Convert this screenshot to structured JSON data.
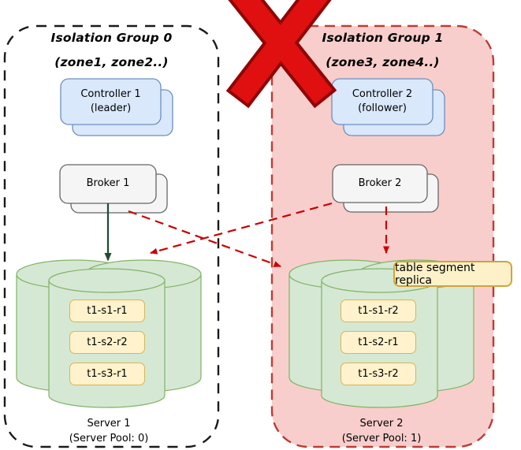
{
  "icons": {
    "crossed_out": "x-mark-icon"
  },
  "colors": {
    "group0_border": "#1a1a1a",
    "group1_fill": "#f8cecc",
    "group1_border": "#bd3d36",
    "controller_fill": "#dae8fc",
    "controller_border": "#6c8ebf",
    "broker_fill": "#f5f5f5",
    "broker_border": "#666666",
    "server_fill": "#d5e8d4",
    "server_border": "#82b366",
    "segment_fill": "#fff2cc",
    "segment_border": "#d6b656",
    "callout_fill": "#fcf1c9",
    "callout_border": "#d1a33c",
    "query_arrow_solid": "#1b4d2e",
    "query_arrow_dashed": "#cc0000",
    "x_mark": "#e01010"
  },
  "callout": {
    "label": "table segment replica"
  },
  "groups": [
    {
      "title": "Isolation Group 0",
      "subtitle": "(zone1, zone2..)",
      "controller": {
        "line1": "Controller 1",
        "line2": "(leader)"
      },
      "broker": {
        "label": "Broker 1"
      },
      "server": {
        "name": "Server 1",
        "pool": "(Server Pool: 0)",
        "segments": [
          "t1-s1-r1",
          "t1-s2-r2",
          "t1-s3-r1"
        ]
      }
    },
    {
      "title": "Isolation Group 1",
      "subtitle": "(zone3, zone4..)",
      "controller": {
        "line1": "Controller 2",
        "line2": "(follower)"
      },
      "broker": {
        "label": "Broker 2"
      },
      "server": {
        "name": "Server 2",
        "pool": "(Server Pool: 1)",
        "segments": [
          "t1-s1-r2",
          "t1-s2-r1",
          "t1-s3-r2"
        ]
      }
    }
  ]
}
